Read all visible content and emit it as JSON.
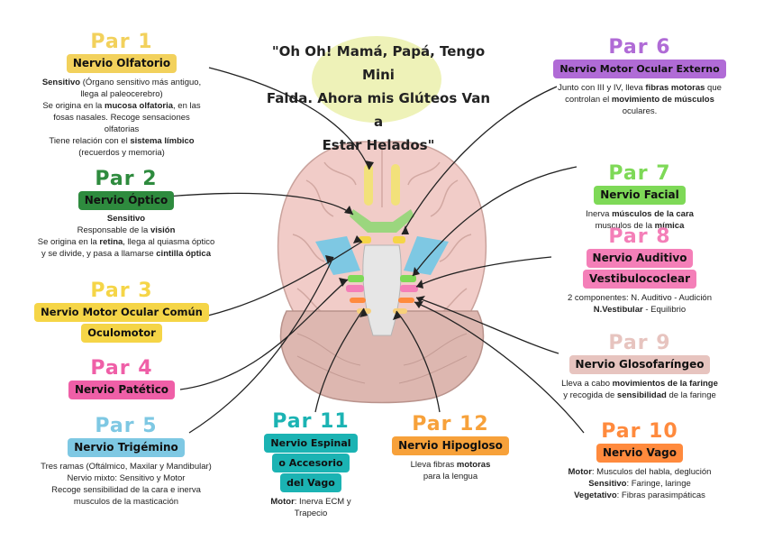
{
  "mnemonic": {
    "line1": "\"Oh Oh! Mamá, Papá, Tengo Mini",
    "line2": "Falda. Ahora mis Glúteos Van a",
    "line3": "Estar Helados\""
  },
  "nerves": {
    "n1": {
      "par": "Par 1",
      "name": "Nervio Olfatorio",
      "d1a": "Sensitivo",
      "d1b": " (Órgano sensitivo más antiguo,",
      "d2": "llega al paleocerebro)",
      "d3a": "Se origina en la ",
      "d3b": "mucosa olfatoria",
      "d3c": ", en las",
      "d4": "fosas nasales. Recoge sensaciones olfatorias",
      "d5a": "Tiene relación con el ",
      "d5b": "sistema límbico",
      "d6": "(recuerdos y memoria)"
    },
    "n2": {
      "par": "Par 2",
      "name": "Nervio Óptico",
      "d1": "Sensitivo",
      "d2a": "Responsable de la ",
      "d2b": "visión",
      "d3a": "Se origina en la ",
      "d3b": "retina",
      "d3c": ", llega al ",
      "d3d": "quiasma óptico",
      "d4a": "y se divide, y pasa a llamarse ",
      "d4b": "cintilla óptica"
    },
    "n3": {
      "par": "Par 3",
      "name1": "Nervio Motor Ocular Común",
      "name2": "Oculomotor"
    },
    "n4": {
      "par": "Par 4",
      "name": "Nervio Patético"
    },
    "n5": {
      "par": "Par 5",
      "name": "Nervio Trigémino",
      "d1": "Tres ramas (Oftálmico, Maxilar y Mandibular)",
      "d2": "Nervio mixto: Sensitivo y Motor",
      "d3": "Recoge sensibilidad de la cara e inerva",
      "d4": "musculos de la masticación"
    },
    "n6": {
      "par": "Par 6",
      "name": "Nervio Motor Ocular Externo",
      "d1a": "Junto con III y IV, lleva ",
      "d1b": "fibras motoras",
      "d1c": " que",
      "d2a": "controlan el ",
      "d2b": "movimiento de músculos",
      "d3": "oculares."
    },
    "n7": {
      "par": "Par 7",
      "name": "Nervio Facial",
      "d1a": "Inerva ",
      "d1b": "músculos de la cara",
      "d2a": "musculos de la ",
      "d2b": "mímica"
    },
    "n8": {
      "par": "Par 8",
      "name1": "Nervio Auditivo",
      "name2": "Vestibulococlear",
      "d1": "2 componentes: N. Auditivo - Audición",
      "d2a": "N.Vestibular",
      "d2b": " - Equilibrio"
    },
    "n9": {
      "par": "Par 9",
      "name": "Nervio Glosofaríngeo",
      "d1a": "Lleva a cabo  ",
      "d1b": "movimientos de la faringe",
      "d2a": "y recogida de ",
      "d2b": "sensibilidad",
      "d2c": " de la faringe"
    },
    "n10": {
      "par": "Par 10",
      "name": "Nervio Vago",
      "d1a": "Motor",
      "d1b": ": Musculos del habla, deglución",
      "d2a": "Sensitivo",
      "d2b": ": Faringe, laringe",
      "d3a": "Vegetativo",
      "d3b": ": Fibras parasimpáticas"
    },
    "n11": {
      "par": "Par 11",
      "name1": "Nervio Espinal",
      "name2": "o Accesorio",
      "name3": "del Vago",
      "d1a": "Motor",
      "d1b": ": Inerva ECM y",
      "d2": "Trapecio"
    },
    "n12": {
      "par": "Par 12",
      "name": "Nervio Hipogloso",
      "d1a": "Lleva fibras ",
      "d1b": "motoras",
      "d2": "para la lengua"
    }
  },
  "colors": {
    "par1": "#f2d15c",
    "par2": "#2e8b3e",
    "par3": "#f5d547",
    "par4": "#ef5fa7",
    "par5": "#7ec8e3",
    "par6": "#b06bd6",
    "par7": "#7ed957",
    "par8": "#f47fb8",
    "par9": "#e7c4bf",
    "par10": "#ff8a3d",
    "par11": "#1bb3b3",
    "par12": "#f7a13a",
    "brain": "#f1ccc8",
    "cerebellum": "#ddb7b0",
    "mnemonic_bg": "#eef2b8"
  }
}
